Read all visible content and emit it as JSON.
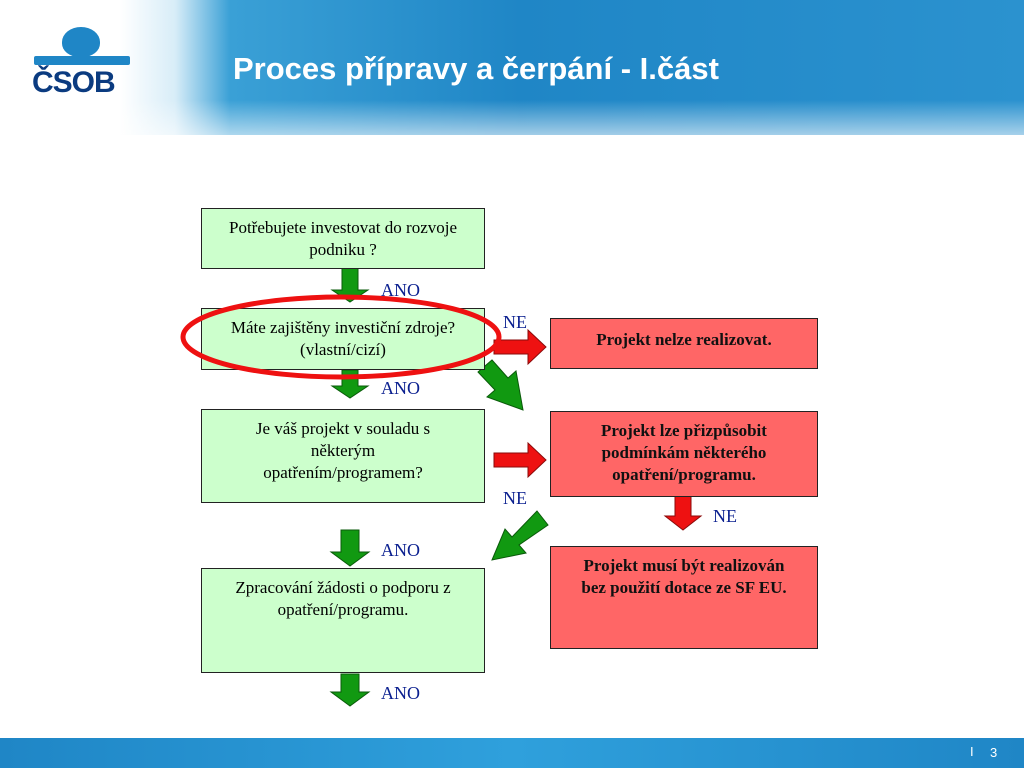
{
  "header": {
    "logo_text": "ČSOB",
    "title": "Proces přípravy a čerpání - I.část"
  },
  "boxes": {
    "q1": "Potřebujete investovat do rozvoje podniku ?",
    "q2": "Máte zajištěny investiční zdroje? (vlastní/cizí)",
    "q3": "Je váš projekt v souladu s některým opatřením/programem?",
    "q4": "Zpracování žádosti o podporu z opatření/programu.",
    "r1": "Projekt nelze realizovat.",
    "r2": "Projekt lze přizpůsobit podmínkám některého opatření/programu.",
    "r3": "Projekt musí být realizován bez použití dotace ze SF EU."
  },
  "labels": {
    "ano1": "ANO",
    "ano2": "ANO",
    "ano3": "ANO",
    "ano4": "ANO",
    "ne1": "NE",
    "ne2": "NE",
    "ne3": "NE"
  },
  "footer": {
    "separator": "I",
    "page_number": "3"
  },
  "colors": {
    "header_blue": "#1f86c6",
    "green_box": "#ccffcc",
    "red_box": "#ff6666",
    "arrow_green": "#119911",
    "arrow_red": "#ee1111",
    "highlight_ellipse": "#ee1111",
    "label_blue": "#0a1f8f"
  }
}
